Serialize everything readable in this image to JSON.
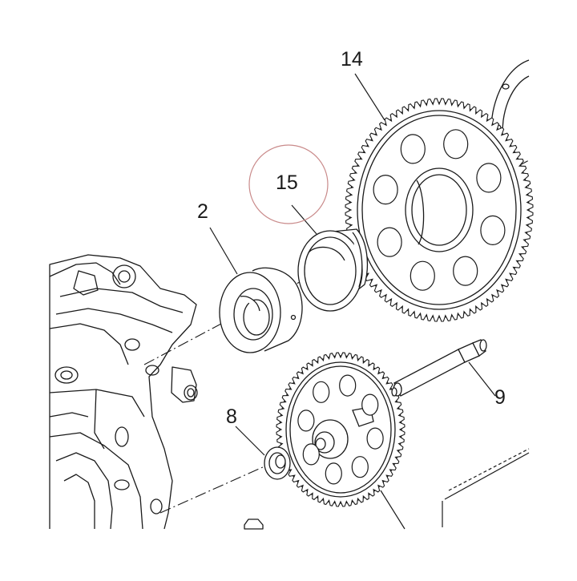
{
  "diagram": {
    "callouts": {
      "gear_large": "14",
      "bushing": "15",
      "spacer": "2",
      "shaft": "9",
      "washer": "8"
    },
    "highlight_color": "#c98a8a",
    "line_color": "#1a1a1a"
  }
}
